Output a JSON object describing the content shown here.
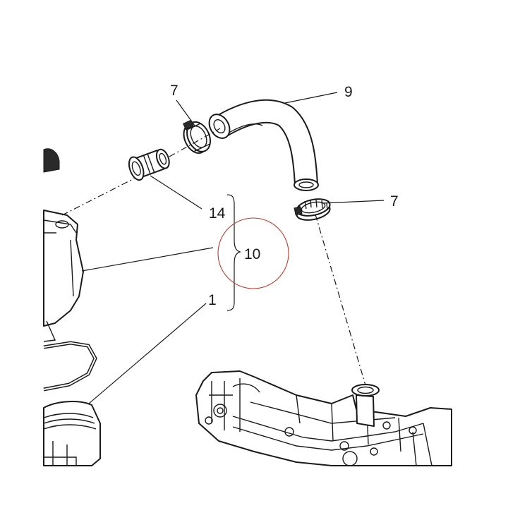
{
  "callouts": {
    "hose": "9",
    "clamp_upper": "7",
    "clamp_lower": "7",
    "fitting": "14",
    "assembly": "10",
    "cylinder": "1"
  },
  "colors": {
    "line": "#1a1a1a",
    "highlight_circle": "#c0392b",
    "background": "#ffffff"
  }
}
